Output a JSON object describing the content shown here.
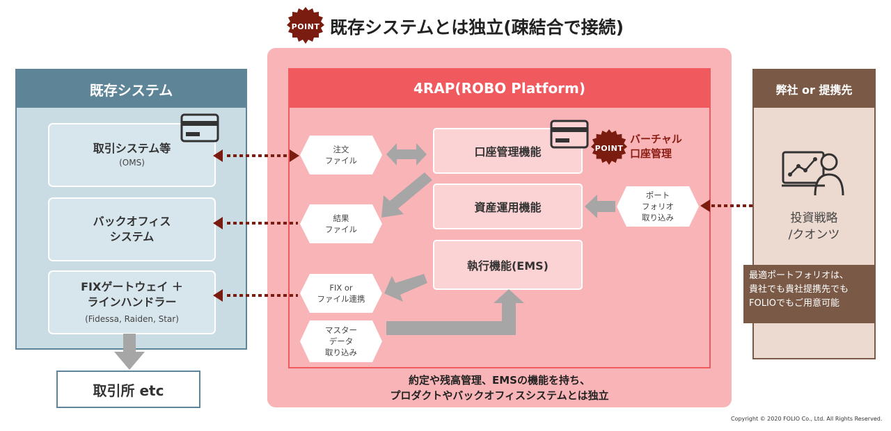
{
  "headline": {
    "seal": "POINT",
    "text": "既存システムとは独立(疎結合で接続)"
  },
  "left_panel": {
    "title": "既存システム",
    "boxes": [
      {
        "line1": "取引システム等",
        "line2": "(OMS)"
      },
      {
        "line1": "バックオフィス",
        "line2": "システム"
      },
      {
        "line1": "FIXゲートウェイ ＋",
        "line2": "ラインハンドラー",
        "line3": "(Fidessa, Raiden, Star)"
      }
    ],
    "exchange": "取引所 etc"
  },
  "center_panel": {
    "title": "4RAP(ROBO Platform)",
    "functions": [
      {
        "label": "口座管理機能"
      },
      {
        "label": "資産運用機能"
      },
      {
        "label": "執行機能(EMS)"
      }
    ],
    "files": [
      {
        "line1": "注文",
        "line2": "ファイル"
      },
      {
        "line1": "結果",
        "line2": "ファイル"
      },
      {
        "line1": "FIX or",
        "line2": "ファイル連携"
      },
      {
        "line1": "マスター",
        "line2": "データ",
        "line3": "取り込み"
      }
    ],
    "portfolio_import": {
      "line1": "ポート",
      "line2": "フォリオ",
      "line3": "取り込み"
    },
    "virtual_point": {
      "seal": "POINT",
      "line1": "バーチャル",
      "line2": "口座管理"
    },
    "note_line1": "約定や残高管理、EMSの機能を持ち、",
    "note_line2": "プロダクトやバックオフィスシステムとは独立"
  },
  "right_panel": {
    "title": "弊社 or 提携先",
    "strategy_line1": "投資戦略",
    "strategy_line2": "/クオンツ",
    "callout_line1": "最適ポートフォリオは、",
    "callout_line2": "貴社でも貴社提携先でも",
    "callout_line3": "FOLIOでもご用意可能"
  },
  "copyright": "Copyright © 2020 FOLIO Co., Ltd. All Rights Reserved.",
  "colors": {
    "left_blue": "#5e8497",
    "center_red": "#f05a5f",
    "center_pink": "#f8b4b7",
    "right_brown": "#7a5a47",
    "dotted_arrow": "#7a1c10",
    "gray_arrow": "#a6a6a6"
  }
}
